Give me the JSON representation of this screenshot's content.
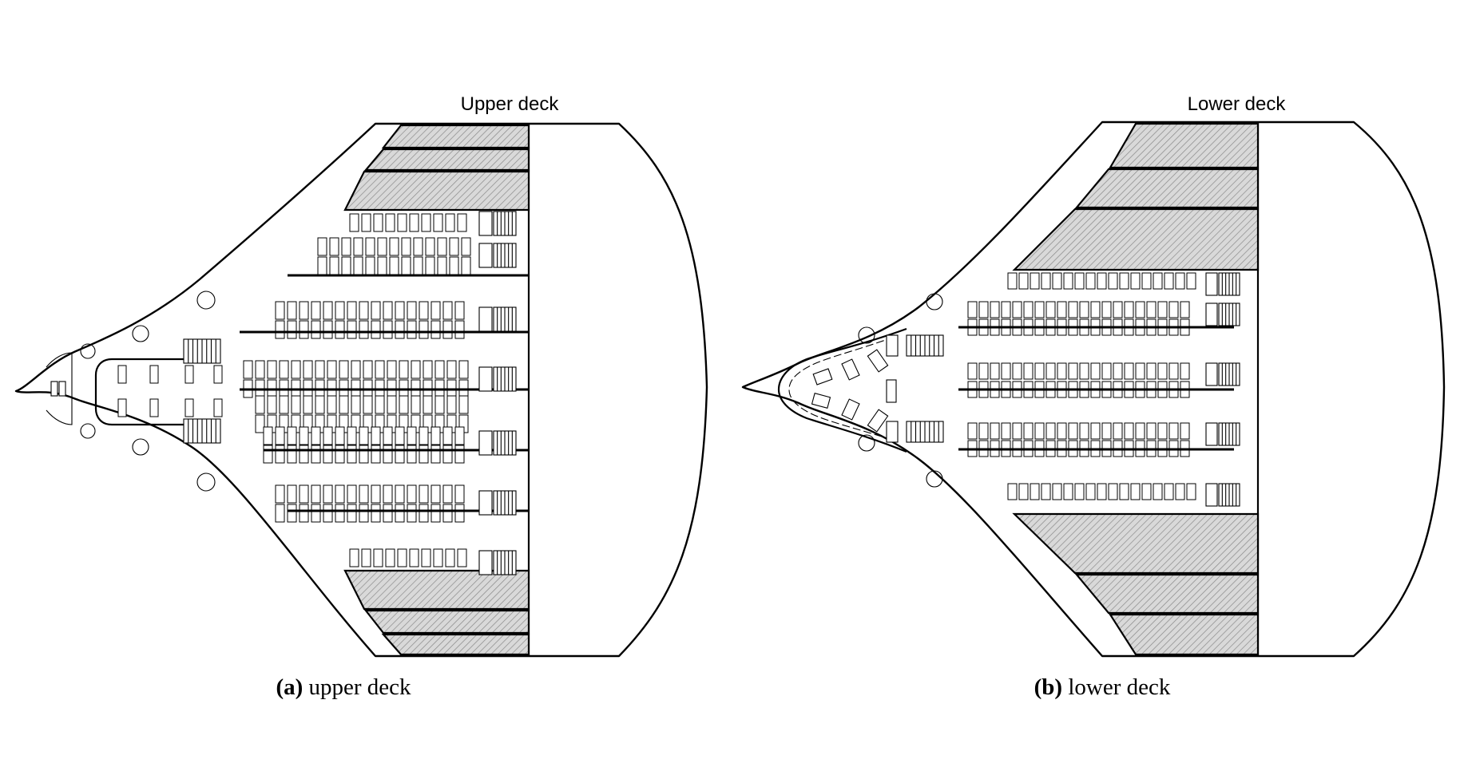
{
  "figure": {
    "panels": [
      {
        "id": "a",
        "deck_title": "Upper deck",
        "caption_letter": "(a)",
        "caption_text": " upper deck"
      },
      {
        "id": "b",
        "deck_title": "Lower deck",
        "caption_letter": "(b)",
        "caption_text": " lower deck"
      }
    ],
    "colors": {
      "stroke": "#000000",
      "hatch_fill": "#d9d9d9",
      "background": "#ffffff"
    }
  }
}
